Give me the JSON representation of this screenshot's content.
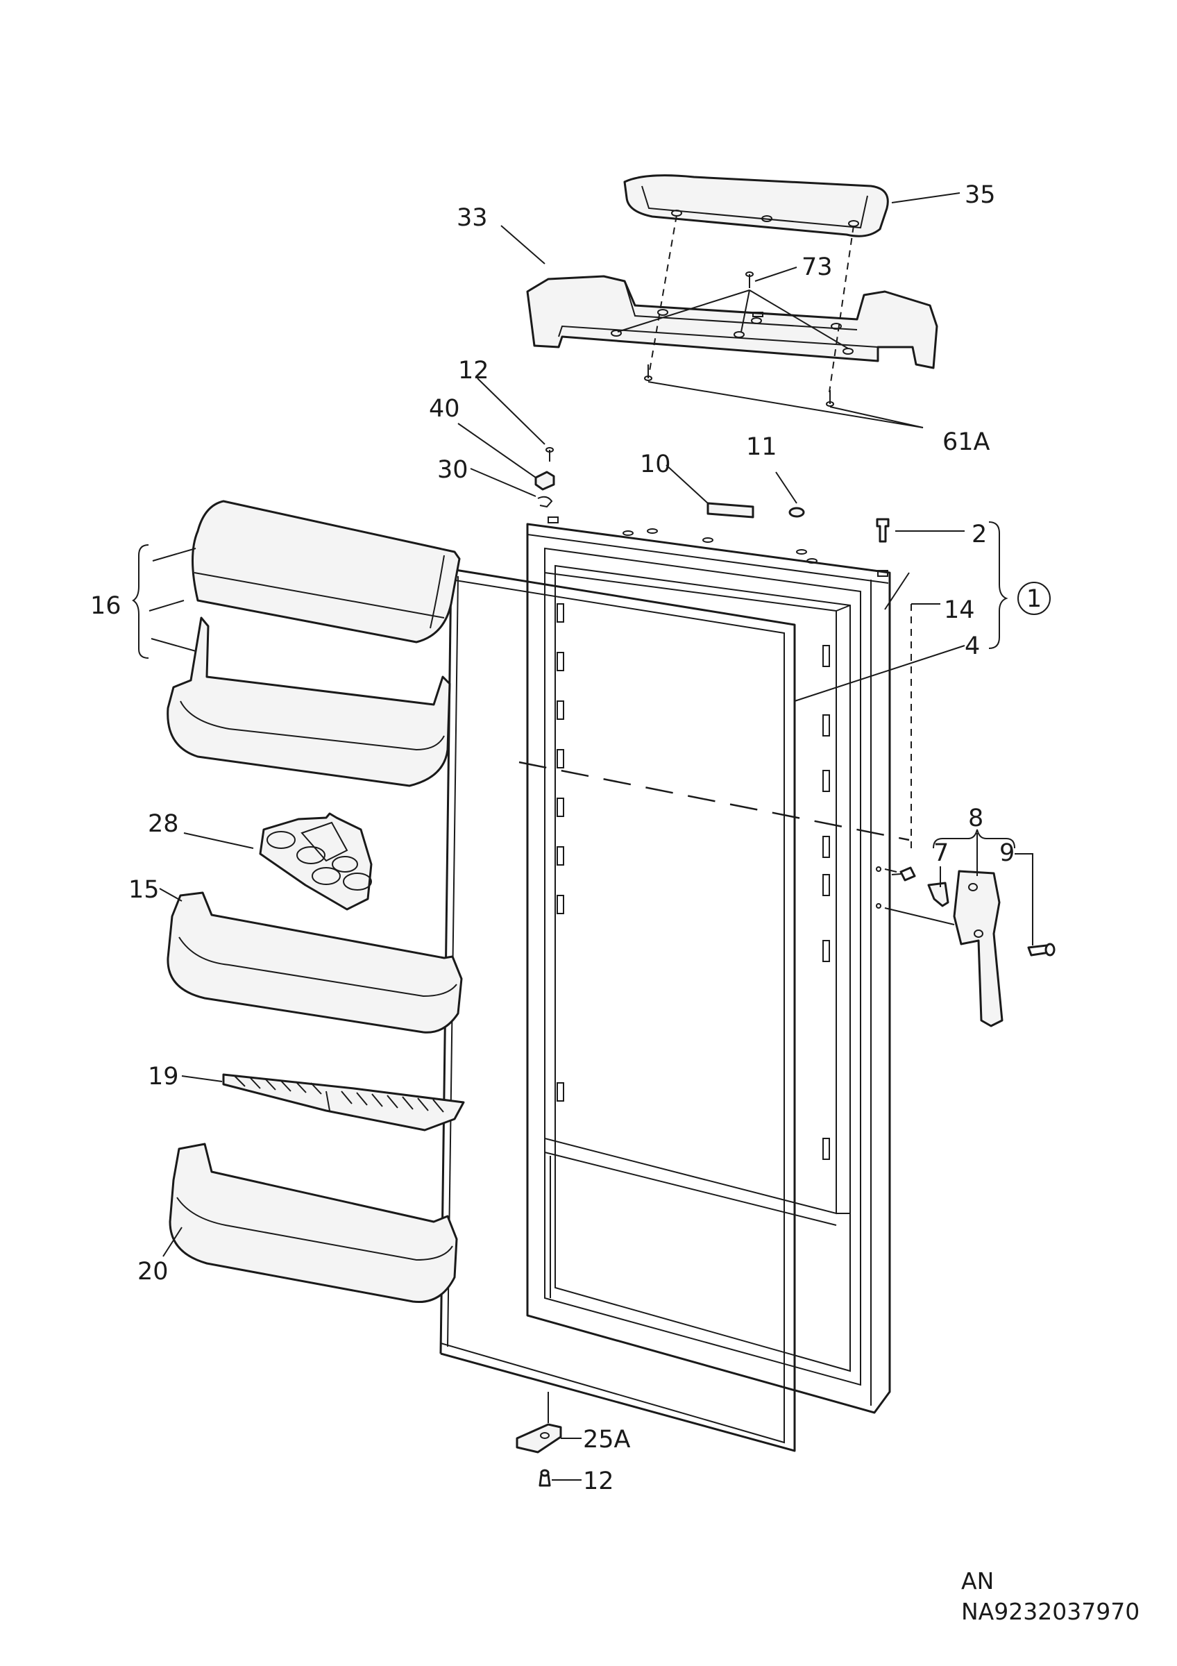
{
  "labels": {
    "l1": "1",
    "l2": "2",
    "l4": "4",
    "l7": "7",
    "l8": "8",
    "l9": "9",
    "l10": "10",
    "l11": "11",
    "l12_top": "12",
    "l12_bottom": "12",
    "l14": "14",
    "l15": "15",
    "l16": "16",
    "l19": "19",
    "l20": "20",
    "l25A": "25A",
    "l28": "28",
    "l30": "30",
    "l33": "33",
    "l35": "35",
    "l40": "40",
    "l61A": "61A",
    "l73": "73"
  },
  "footer": {
    "code": "AN",
    "document": "NA9232037970"
  }
}
